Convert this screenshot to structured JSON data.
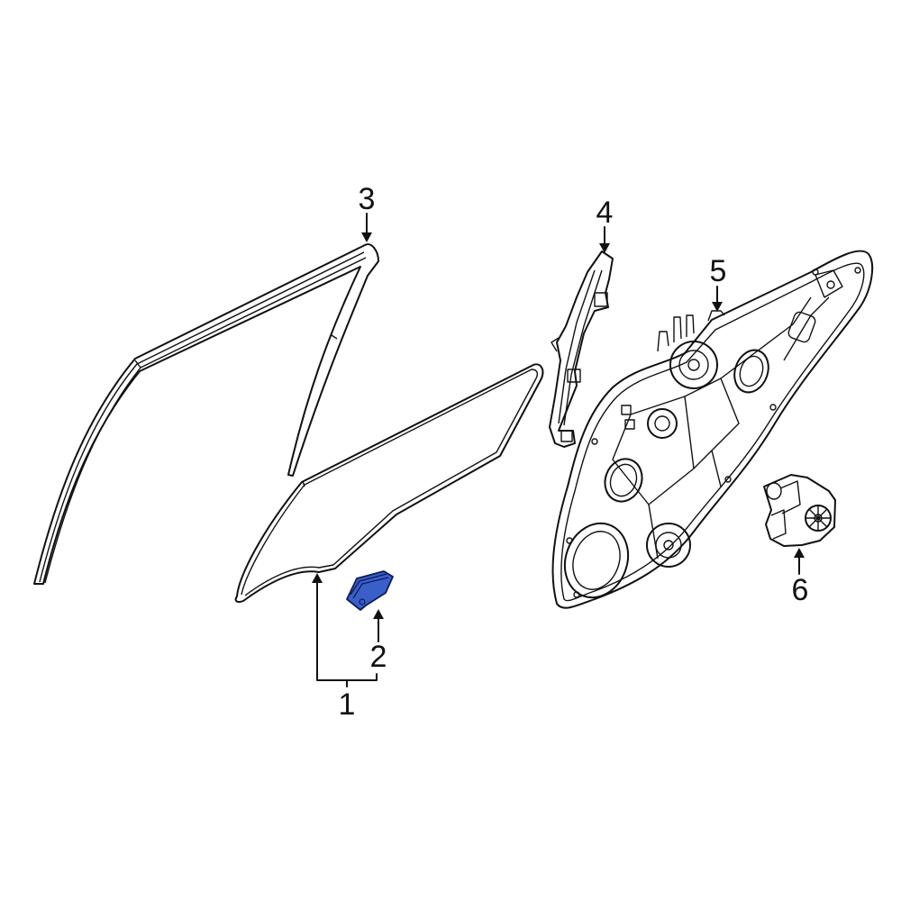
{
  "diagram": {
    "type": "exploded-parts-diagram",
    "subject": "Rear door glass & regulator components",
    "highlight_color": "#3a5fc8",
    "background_color": "#ffffff",
    "callouts": [
      {
        "id": 1,
        "label": "1",
        "part": "door-glass"
      },
      {
        "id": 2,
        "label": "2",
        "part": "glass-clip",
        "highlighted": true
      },
      {
        "id": 3,
        "label": "3",
        "part": "run-channel"
      },
      {
        "id": 4,
        "label": "4",
        "part": "glass-guide-rail"
      },
      {
        "id": 5,
        "label": "5",
        "part": "window-regulator-panel"
      },
      {
        "id": 6,
        "label": "6",
        "part": "window-motor"
      }
    ]
  }
}
